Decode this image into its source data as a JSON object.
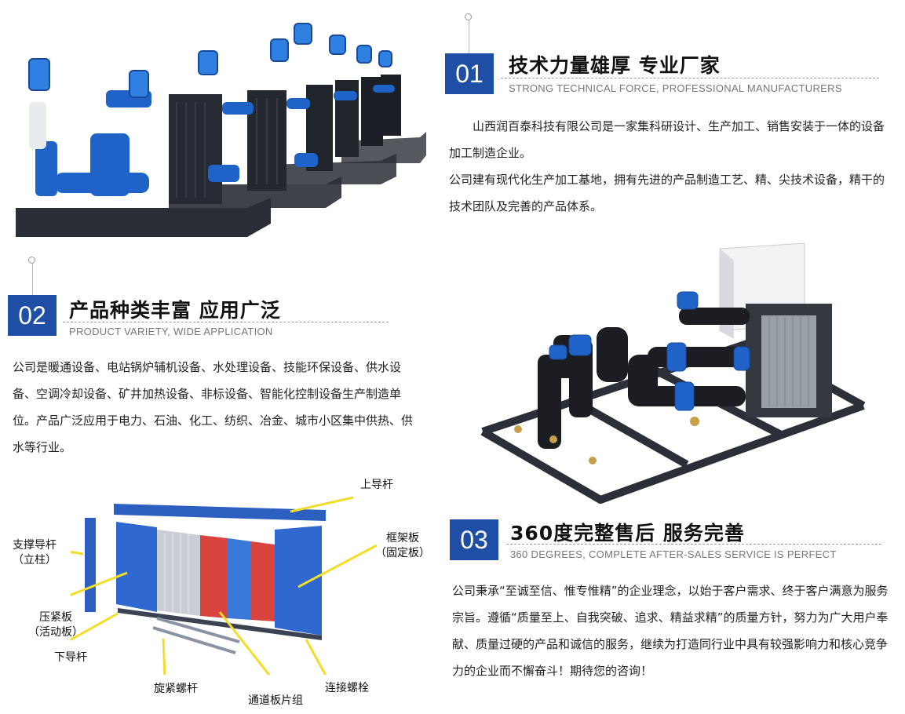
{
  "section1": {
    "number": "01",
    "title": "技术力量雄厚 专业厂家",
    "subtitle": "STRONG TECHNICAL FORCE, PROFESSIONAL MANUFACTURERS",
    "paragraphs": [
      "山西润百泰科技有限公司是一家集科研设计、生产加工、销售安装于一体的设备加工制造企业。",
      "公司建有现代化生产加工基地，拥有先进的产品制造工艺、精、尖技术设备，精干的技术团队及完善的产品体系。"
    ]
  },
  "section2": {
    "number": "02",
    "title": "产品种类丰富 应用广泛",
    "subtitle": "PRODUCT VARIETY, WIDE APPLICATION",
    "paragraph": "公司是暖通设备、电站锅炉辅机设备、水处理设备、技能环保设备、供水设备、空调冷却设备、矿井加热设备、非标设备、智能化控制设备生产制造单位。产品广泛应用于电力、石油、化工、纺织、冶金、城市小区集中供热、供水等行业。"
  },
  "section3": {
    "number": "03",
    "title": "360度完整售后 服务完善",
    "subtitle": "360 DEGREES, COMPLETE AFTER-SALES SERVICE IS PERFECT",
    "paragraph": "公司秉承“至诚至信、惟专惟精”的企业理念，以始于客户需求、终于客户满意为服务宗旨。遵循“质量至上、自我突破、追求、精益求精”的质量方针，努力为广大用户奉献、质量过硬的产品和诚信的服务，继续为打造同行业中具有较强影响力和核心竞争力的企业而不懈奋斗！期待您的咨询！"
  },
  "diagram": {
    "labels": {
      "top_guide_bar": "上导杆",
      "support_post_1": "支撑导杆",
      "support_post_2": "（立柱）",
      "frame_plate_1": "框架板",
      "frame_plate_2": "（固定板）",
      "pressure_plate_1": "压紧板",
      "pressure_plate_2": "（活动板）",
      "bottom_guide_bar": "下导杆",
      "tightening_bolt": "旋紧螺杆",
      "channel_plates": "通道板片组",
      "connecting_bolt": "连接螺栓"
    }
  },
  "colors": {
    "accent": "#1e4fa5",
    "equipment_blue": "#1f63c9",
    "frame_dark": "#2a2e36",
    "hot_plate": "#d9443f",
    "callout": "#f2dd2a"
  }
}
